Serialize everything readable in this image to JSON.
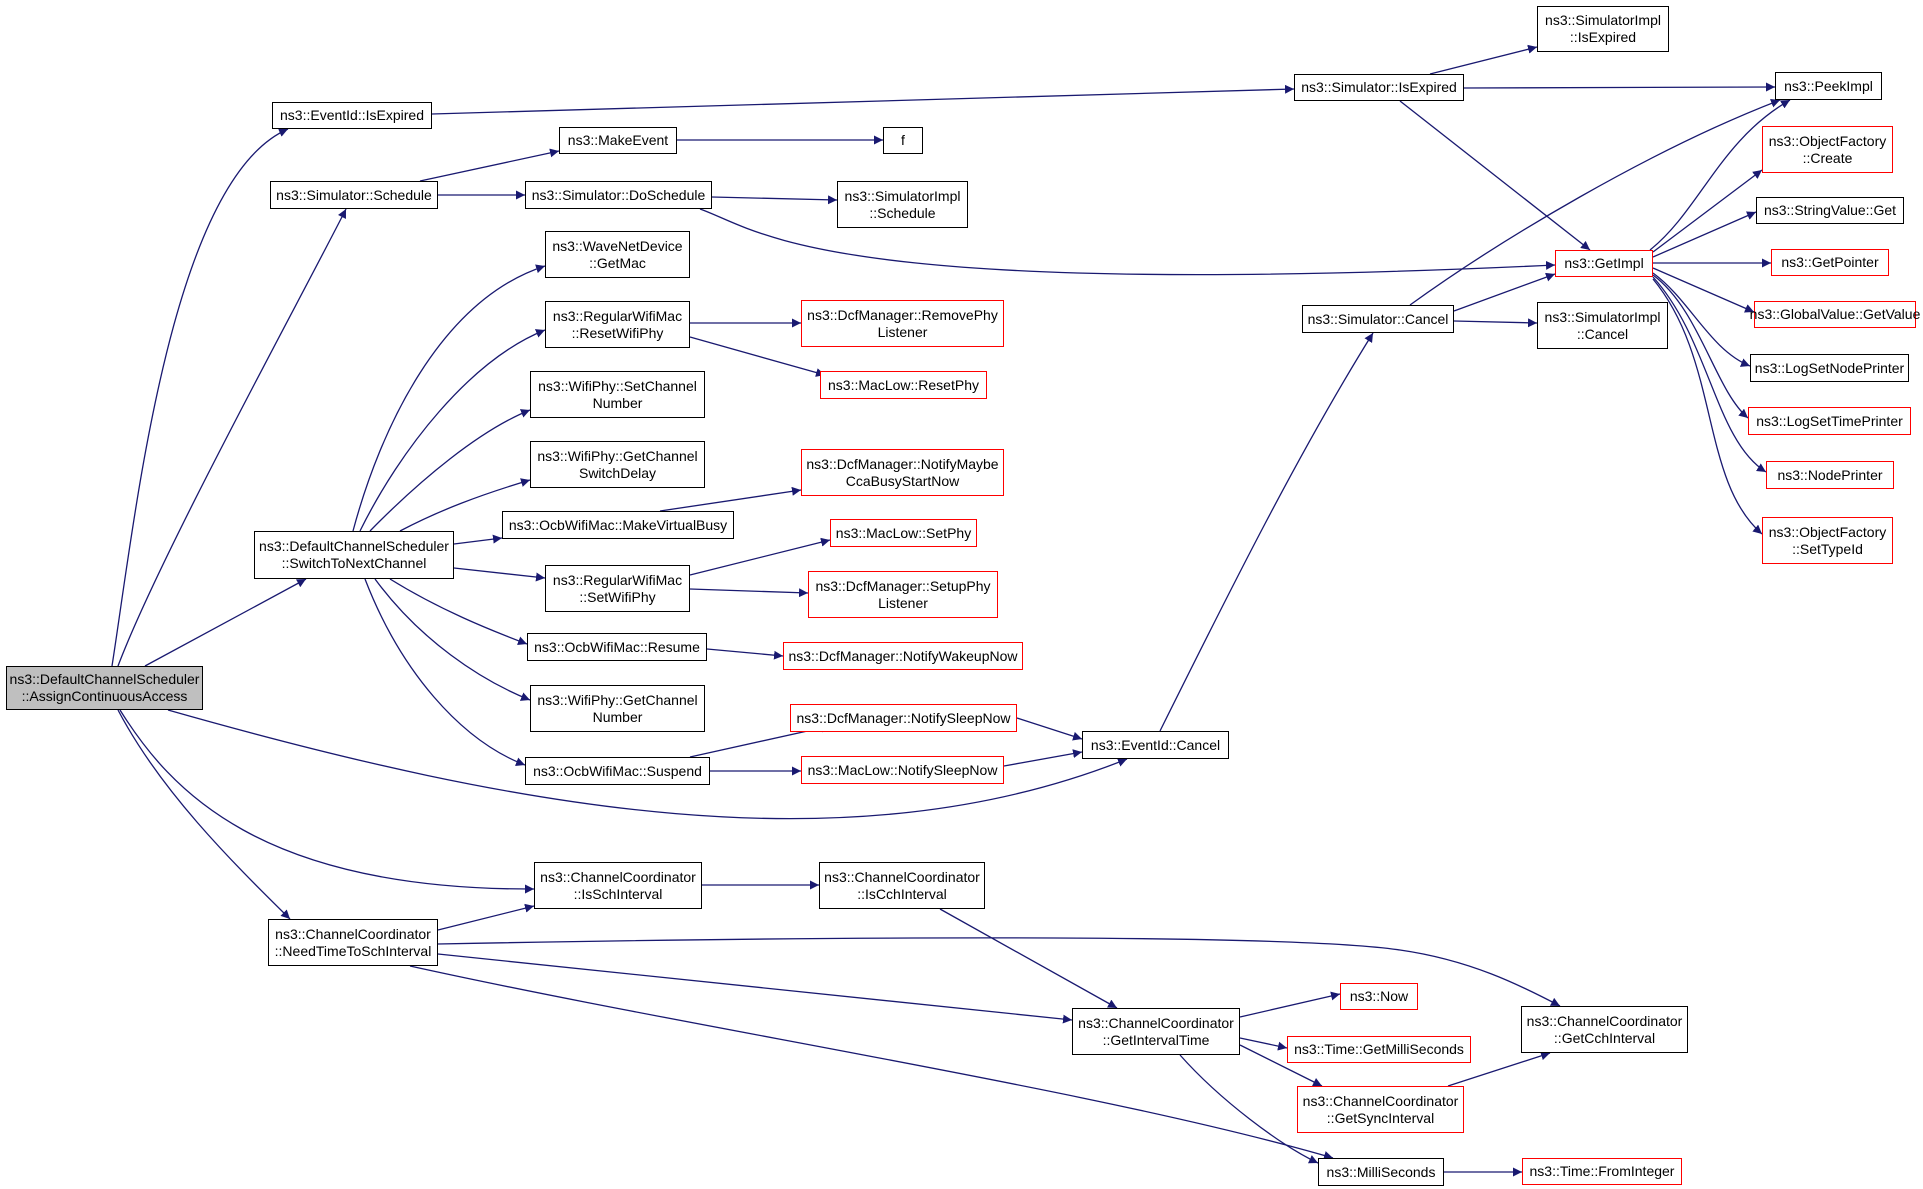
{
  "colors": {
    "edge": "#191970",
    "border_defined": "#000000",
    "border_truncated": "#ff0000",
    "root_fill": "#bfbfbf"
  },
  "nodes": {
    "root": {
      "lines": [
        "ns3::DefaultChannelScheduler",
        "::AssignContinuousAccess"
      ],
      "style": "root"
    },
    "isexp": {
      "lines": [
        "ns3::EventId::IsExpired"
      ],
      "style": "black"
    },
    "sched": {
      "lines": [
        "ns3::Simulator::Schedule"
      ],
      "style": "black"
    },
    "switch": {
      "lines": [
        "ns3::DefaultChannelScheduler",
        "::SwitchToNextChannel"
      ],
      "style": "black"
    },
    "needtime": {
      "lines": [
        "ns3::ChannelCoordinator",
        "::NeedTimeToSchInterval"
      ],
      "style": "black"
    },
    "makeevent": {
      "lines": [
        "ns3::MakeEvent"
      ],
      "style": "black"
    },
    "dosched": {
      "lines": [
        "ns3::Simulator::DoSchedule"
      ],
      "style": "black"
    },
    "getmac": {
      "lines": [
        "ns3::WaveNetDevice",
        "::GetMac"
      ],
      "style": "black"
    },
    "resetwifi": {
      "lines": [
        "ns3::RegularWifiMac",
        "::ResetWifiPhy"
      ],
      "style": "black"
    },
    "setchan": {
      "lines": [
        "ns3::WifiPhy::SetChannel",
        "Number"
      ],
      "style": "black"
    },
    "getswitch": {
      "lines": [
        "ns3::WifiPhy::GetChannel",
        "SwitchDelay"
      ],
      "style": "black"
    },
    "makevb": {
      "lines": [
        "ns3::OcbWifiMac::MakeVirtualBusy"
      ],
      "style": "black"
    },
    "setwifi": {
      "lines": [
        "ns3::RegularWifiMac",
        "::SetWifiPhy"
      ],
      "style": "black"
    },
    "resume": {
      "lines": [
        "ns3::OcbWifiMac::Resume"
      ],
      "style": "black"
    },
    "getchan": {
      "lines": [
        "ns3::WifiPhy::GetChannel",
        "Number"
      ],
      "style": "black"
    },
    "suspend": {
      "lines": [
        "ns3::OcbWifiMac::Suspend"
      ],
      "style": "black"
    },
    "isschint": {
      "lines": [
        "ns3::ChannelCoordinator",
        "::IsSchInterval"
      ],
      "style": "black"
    },
    "f": {
      "lines": [
        "f"
      ],
      "style": "black"
    },
    "simschedimpl": {
      "lines": [
        "ns3::SimulatorImpl",
        "::Schedule"
      ],
      "style": "black"
    },
    "removephy": {
      "lines": [
        "ns3::DcfManager::RemovePhy",
        "Listener"
      ],
      "style": "red"
    },
    "resetphy": {
      "lines": [
        "ns3::MacLow::ResetPhy"
      ],
      "style": "red"
    },
    "notifycca": {
      "lines": [
        "ns3::DcfManager::NotifyMaybe",
        "CcaBusyStartNow"
      ],
      "style": "red"
    },
    "setphy": {
      "lines": [
        "ns3::MacLow::SetPhy"
      ],
      "style": "red"
    },
    "setupphy": {
      "lines": [
        "ns3::DcfManager::SetupPhy",
        "Listener"
      ],
      "style": "red"
    },
    "wakeup": {
      "lines": [
        "ns3::DcfManager::NotifyWakeupNow"
      ],
      "style": "red"
    },
    "dcfsleep": {
      "lines": [
        "ns3::DcfManager::NotifySleepNow"
      ],
      "style": "red"
    },
    "macsleep": {
      "lines": [
        "ns3::MacLow::NotifySleepNow"
      ],
      "style": "red"
    },
    "iscchint": {
      "lines": [
        "ns3::ChannelCoordinator",
        "::IsCchInterval"
      ],
      "style": "black"
    },
    "evcancel": {
      "lines": [
        "ns3::EventId::Cancel"
      ],
      "style": "black"
    },
    "getinttime": {
      "lines": [
        "ns3::ChannelCoordinator",
        "::GetIntervalTime"
      ],
      "style": "black"
    },
    "now": {
      "lines": [
        "ns3::Now"
      ],
      "style": "red"
    },
    "getms": {
      "lines": [
        "ns3::Time::GetMilliSeconds"
      ],
      "style": "red"
    },
    "getsync": {
      "lines": [
        "ns3::ChannelCoordinator",
        "::GetSyncInterval"
      ],
      "style": "red"
    },
    "ms": {
      "lines": [
        "ns3::MilliSeconds"
      ],
      "style": "black"
    },
    "fromint": {
      "lines": [
        "ns3::Time::FromInteger"
      ],
      "style": "red"
    },
    "getcch": {
      "lines": [
        "ns3::ChannelCoordinator",
        "::GetCchInterval"
      ],
      "style": "black"
    },
    "simisexp": {
      "lines": [
        "ns3::Simulator::IsExpired"
      ],
      "style": "black"
    },
    "simcancel": {
      "lines": [
        "ns3::Simulator::Cancel"
      ],
      "style": "black"
    },
    "implisexp": {
      "lines": [
        "ns3::SimulatorImpl",
        "::IsExpired"
      ],
      "style": "black"
    },
    "implcancel": {
      "lines": [
        "ns3::SimulatorImpl",
        "::Cancel"
      ],
      "style": "black"
    },
    "getimpl": {
      "lines": [
        "ns3::GetImpl"
      ],
      "style": "red"
    },
    "peekimpl": {
      "lines": [
        "ns3::PeekImpl"
      ],
      "style": "black"
    },
    "ofcreate": {
      "lines": [
        "ns3::ObjectFactory",
        "::Create"
      ],
      "style": "red"
    },
    "svget": {
      "lines": [
        "ns3::StringValue::Get"
      ],
      "style": "black"
    },
    "getptr": {
      "lines": [
        "ns3::GetPointer"
      ],
      "style": "red"
    },
    "gvget": {
      "lines": [
        "ns3::GlobalValue::GetValue"
      ],
      "style": "red"
    },
    "lognode": {
      "lines": [
        "ns3::LogSetNodePrinter"
      ],
      "style": "black"
    },
    "logtime": {
      "lines": [
        "ns3::LogSetTimePrinter"
      ],
      "style": "red"
    },
    "nodeprinter": {
      "lines": [
        "ns3::NodePrinter"
      ],
      "style": "red"
    },
    "ofsettype": {
      "lines": [
        "ns3::ObjectFactory",
        "::SetTypeId"
      ],
      "style": "red"
    }
  }
}
